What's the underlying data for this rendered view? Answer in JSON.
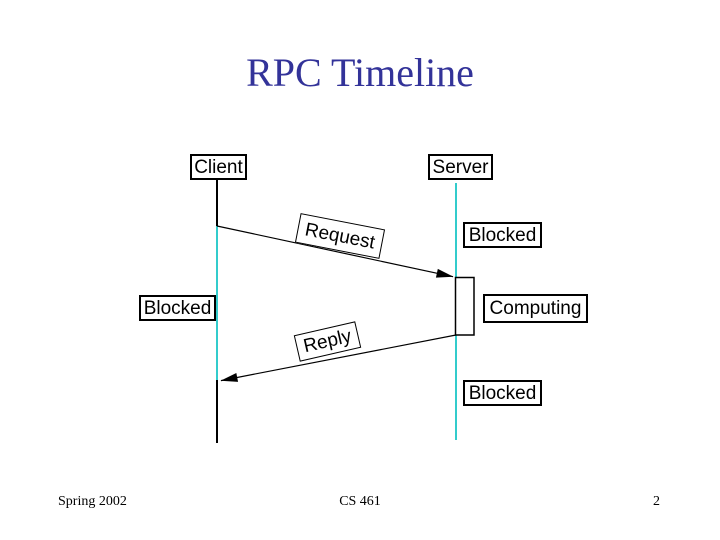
{
  "title": "RPC Timeline",
  "timeline": {
    "client": {
      "header": "Client",
      "state": "Blocked"
    },
    "server": {
      "header": "Server",
      "state_top": "Blocked",
      "state_mid": "Computing",
      "state_bottom": "Blocked"
    },
    "messages": {
      "request": "Request",
      "reply": "Reply"
    }
  },
  "footer": {
    "left": "Spring 2002",
    "center": "CS 461",
    "page": "2"
  },
  "colors": {
    "title": "#333399",
    "timeline": "#33CCCC",
    "ink": "#000000"
  }
}
